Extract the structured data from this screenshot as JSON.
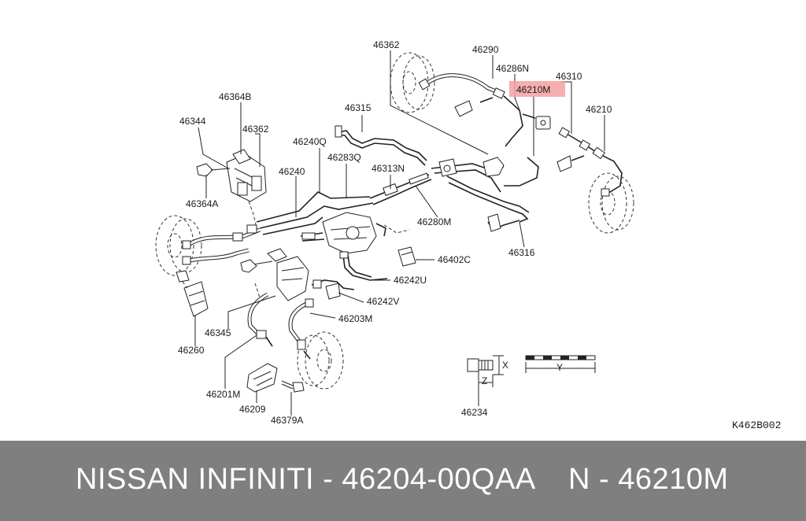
{
  "diagram": {
    "reference_code": "K462B002",
    "labels": [
      {
        "id": "46362-top",
        "text": "46362"
      },
      {
        "id": "46290",
        "text": "46290"
      },
      {
        "id": "46286N",
        "text": "46286N"
      },
      {
        "id": "46310",
        "text": "46310"
      },
      {
        "id": "46210M",
        "text": "46210M",
        "highlighted": true
      },
      {
        "id": "46210",
        "text": "46210"
      },
      {
        "id": "46364B",
        "text": "46364B"
      },
      {
        "id": "46344",
        "text": "46344"
      },
      {
        "id": "46362-left",
        "text": "46362"
      },
      {
        "id": "46315",
        "text": "46315"
      },
      {
        "id": "46240Q",
        "text": "46240Q"
      },
      {
        "id": "46283Q",
        "text": "46283Q"
      },
      {
        "id": "46313N",
        "text": "46313N"
      },
      {
        "id": "46240",
        "text": "46240"
      },
      {
        "id": "46364A",
        "text": "46364A"
      },
      {
        "id": "46280M",
        "text": "46280M"
      },
      {
        "id": "46316",
        "text": "46316"
      },
      {
        "id": "46402C",
        "text": "46402C"
      },
      {
        "id": "46242U",
        "text": "46242U"
      },
      {
        "id": "46242V",
        "text": "46242V"
      },
      {
        "id": "46345",
        "text": "46345"
      },
      {
        "id": "46203M",
        "text": "46203M"
      },
      {
        "id": "46260",
        "text": "46260"
      },
      {
        "id": "46201M",
        "text": "46201M"
      },
      {
        "id": "46209",
        "text": "46209"
      },
      {
        "id": "46379A",
        "text": "46379A"
      },
      {
        "id": "46234",
        "text": "46234"
      }
    ],
    "dimension_letters": {
      "x": "X",
      "y": "Y",
      "z": "Z"
    },
    "highlight_color": "#f4a0a0"
  },
  "banner": {
    "brand_text": "NISSAN INFINITI - 46204-00QAA",
    "reference_text": "N - 46210M",
    "background_color": "#7f7f7f",
    "text_color": "#ffffff"
  }
}
